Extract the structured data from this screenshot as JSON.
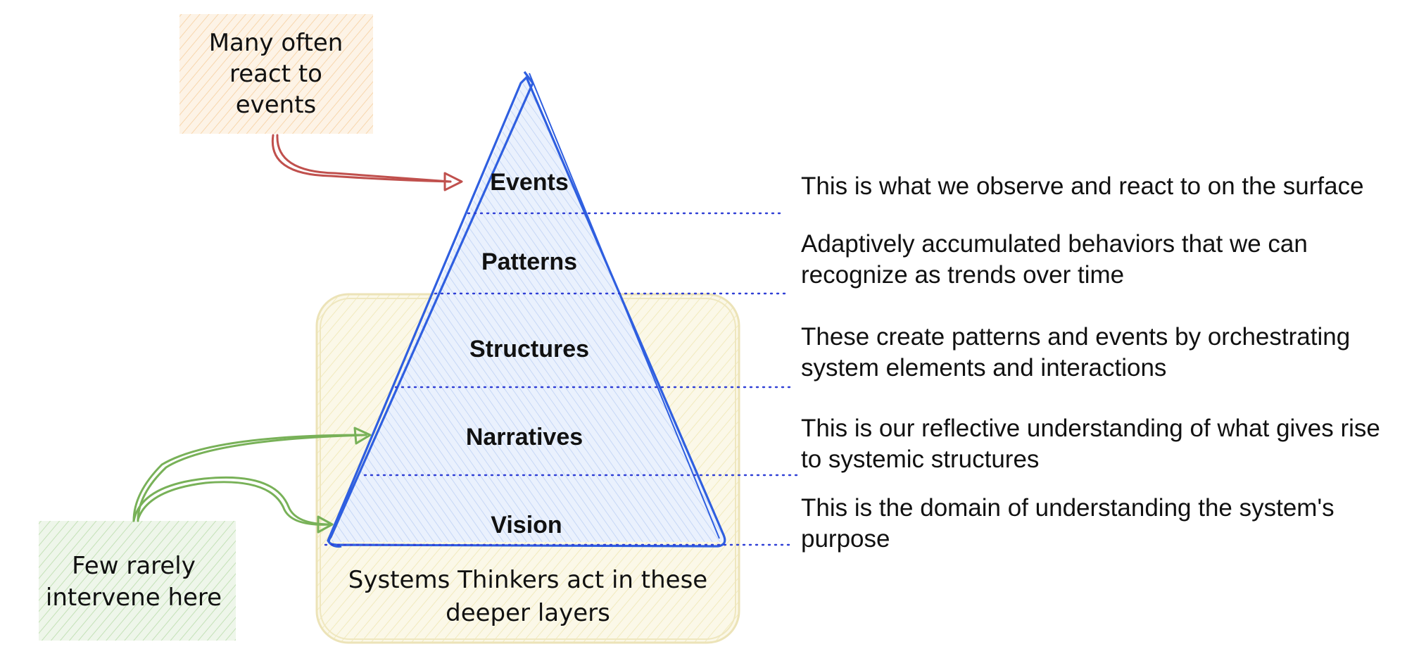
{
  "notes": {
    "top": [
      "Many often",
      "react to",
      "events"
    ],
    "bottom_left": [
      "Few rarely",
      "intervene here"
    ],
    "box_caption": [
      "Systems Thinkers act in these",
      "deeper layers"
    ]
  },
  "layers": [
    {
      "label": "Events",
      "description": [
        "This is what we observe and react to on the surface"
      ]
    },
    {
      "label": "Patterns",
      "description": [
        "Adaptively accumulated behaviors that we can",
        "recognize as trends over time"
      ]
    },
    {
      "label": "Structures",
      "description": [
        "These create patterns and events by orchestrating",
        "system elements and interactions"
      ]
    },
    {
      "label": "Narratives",
      "description": [
        "This is our reflective understanding of what gives rise",
        "to systemic structures"
      ]
    },
    {
      "label": "Vision",
      "description": [
        "This is the domain of understanding the system's",
        "purpose"
      ]
    }
  ],
  "colors": {
    "pyramid": "#2f5fe0",
    "pyramid_fill": "#dbe7fb",
    "top_note_fill": "#fbe3c8",
    "bottom_note_fill": "#d6ecd0",
    "box_fill": "#f5f0cf",
    "box_stroke": "#ece3b8",
    "red_arrow": "#c0504d",
    "green_arrow": "#78b158",
    "dotted": "#2f3fd6"
  }
}
